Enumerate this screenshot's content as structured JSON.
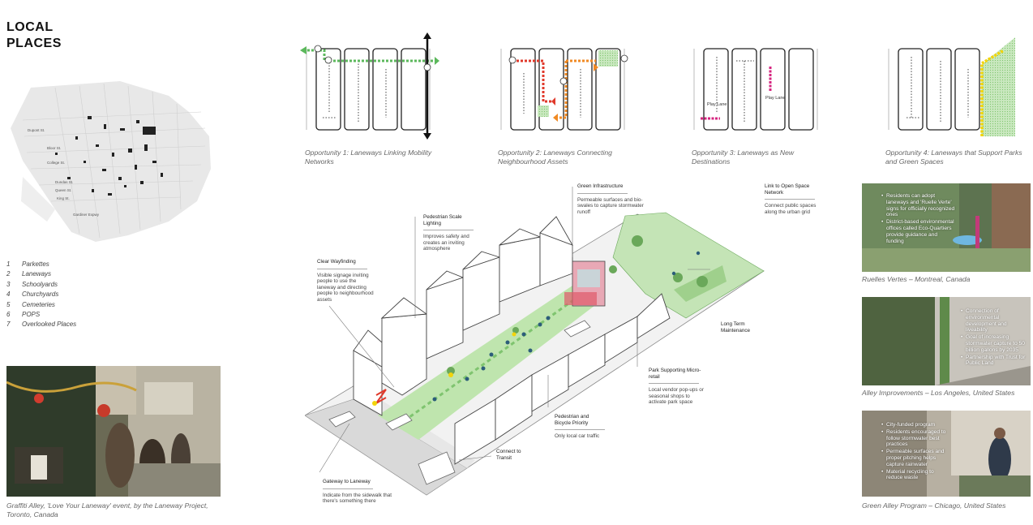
{
  "page": {
    "title_line1": "LOCAL",
    "title_line2": "PLACES"
  },
  "map": {
    "labels": [
      "Dupont St.",
      "Bloor St.",
      "College St.",
      "Dundas St.",
      "Queen St.",
      "King St.",
      "Gardiner Expwy"
    ]
  },
  "legend": [
    {
      "num": "1",
      "label": "Parkettes"
    },
    {
      "num": "2",
      "label": "Laneways"
    },
    {
      "num": "3",
      "label": "Schoolyards"
    },
    {
      "num": "4",
      "label": "Churchyards"
    },
    {
      "num": "5",
      "label": "Cemeteries"
    },
    {
      "num": "6",
      "label": "POPS"
    },
    {
      "num": "7",
      "label": "Overlooked Places"
    }
  ],
  "photo_left": {
    "caption": "Graffiti Alley, 'Love Your Laneway' event, by the Laneway Project, Toronto, Canada"
  },
  "opportunities": [
    {
      "caption": "Opportunity 1: Laneways Linking Mobility Networks"
    },
    {
      "caption": "Opportunity 2: Laneways Connecting Neighbourhood Assets"
    },
    {
      "caption": "Opportunity 3: Laneways as New Destinations",
      "label_a": "Play Lane",
      "label_b": "Play Lane"
    },
    {
      "caption": "Opportunity 4: Laneways that Support Parks and Green Spaces"
    }
  ],
  "annotations": {
    "green_infra": {
      "title": "Green Infrastructure",
      "desc": "Permeable surfaces and bio-swales to capture stormwater runoff"
    },
    "link_open": {
      "title": "Link to Open Space Network",
      "desc": "Connect public spaces along the urban grid"
    },
    "ped_light": {
      "title": "Pedestrian Scale Lighting",
      "desc": "Improves safety and creates an inviting atmosphere"
    },
    "wayfinding": {
      "title": "Clear Wayfinding",
      "desc": "Visible signage inviting people to use the laneway and directing people to neighbourhood assets"
    },
    "long_term": {
      "title": "Long Term Maintenance"
    },
    "park_retail": {
      "title": "Park Supporting Micro-retail",
      "desc": "Local vendor pop-ups or seasonal shops to activate park space"
    },
    "ped_bike": {
      "title": "Pedestrian and Bicycle Priority",
      "desc": "Only local car traffic"
    },
    "transit": {
      "title": "Connect to Transit"
    },
    "gateway": {
      "title": "Gateway to Laneway",
      "desc": "Indicate from the sidewalk that there's something there"
    }
  },
  "case_studies": [
    {
      "caption": "Ruelles Vertes – Montreal, Canada",
      "bullets": [
        "Residents can adopt laneways and 'Ruelle Verte' signs for officially recognized ones",
        "District-based environmental offices called Eco-Quartiers provide guidance and funding"
      ]
    },
    {
      "caption": "Alley Improvements – Los Angeles, United States",
      "bullets": [
        "Connection of environmental development and liveability",
        "Goal of increasing stormwater capture to 50 billion gallons by 2035",
        "Partnership with Trust for Public Land"
      ]
    },
    {
      "caption": "Green Alley Program – Chicago, United States",
      "bullets": [
        "City-funded program",
        "Residents encouraged to follow stormwater best practices",
        "Permeable surfaces and proper pitching helps capture rainwater",
        "Material recycling to reduce waste"
      ]
    }
  ],
  "colors": {
    "green": "#5cb85c",
    "orange": "#f08a24",
    "red": "#e0392b",
    "magenta": "#d6247f",
    "yellow": "#f2d40b",
    "lightgreen": "#c9e8bf"
  }
}
